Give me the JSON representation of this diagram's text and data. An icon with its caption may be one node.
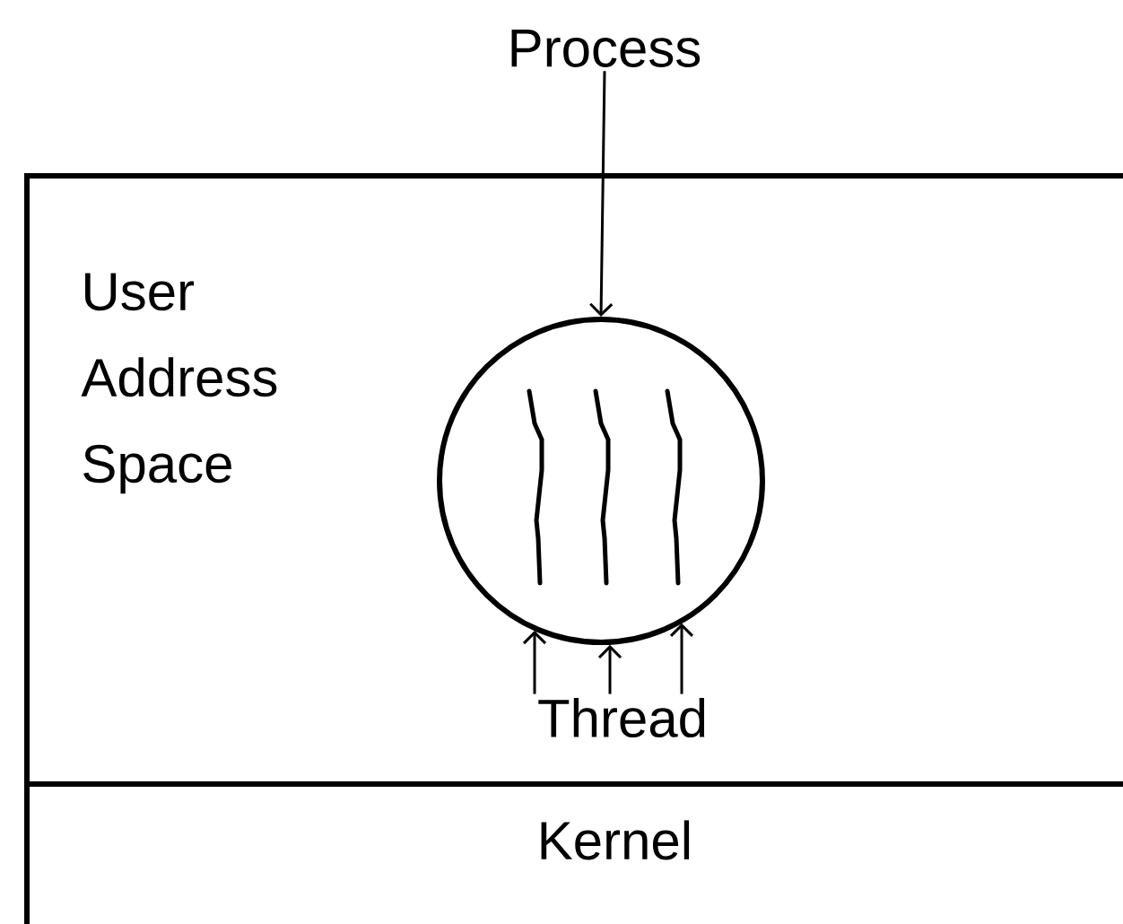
{
  "diagram": {
    "nodes": [
      {
        "text": [
          "Process"
        ]
      },
      {
        "text": [
          "User Address Space"
        ]
      },
      {
        "text": [],
        "shape": "circle",
        "in": 1
      },
      {
        "text": [
          "Thread"
        ],
        "in": 1
      },
      {
        "text": [
          "Kernel"
        ]
      }
    ],
    "edges": [
      {
        "from": 0,
        "to": 2,
        "arrow": "to"
      },
      {
        "from": 3,
        "to": 2,
        "arrow": "to"
      },
      {
        "from": 3,
        "to": 2,
        "arrow": "to"
      },
      {
        "from": 3,
        "to": 2,
        "arrow": "to"
      }
    ]
  }
}
